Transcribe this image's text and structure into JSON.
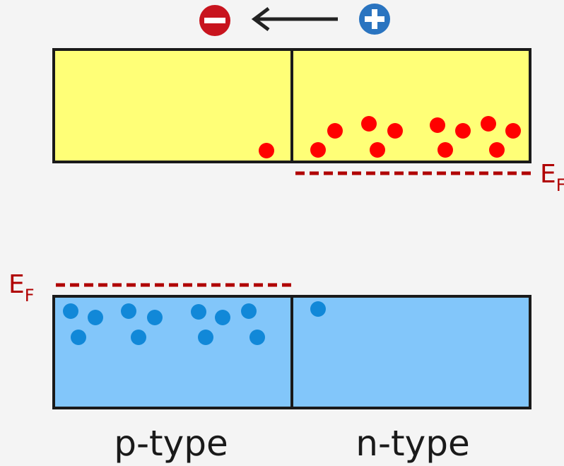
{
  "top_indicator": {
    "negative_symbol": "−",
    "positive_symbol": "+",
    "colors": {
      "negative": "#c8141e",
      "positive": "#2a74c0",
      "arrow": "#222222"
    }
  },
  "conduction_band": {
    "fill": "#ffff77",
    "p_side_electrons": 1,
    "n_side_electrons": 11,
    "dot_color": "#ff0000"
  },
  "valence_band": {
    "fill": "#82c6fa",
    "p_side_holes": 11,
    "n_side_holes": 1,
    "dot_color": "#1188d8"
  },
  "fermi_level": {
    "main": "E",
    "subscript": "F",
    "color": "#b00000"
  },
  "labels": {
    "p_type": "p-type",
    "n_type": "n-type"
  }
}
